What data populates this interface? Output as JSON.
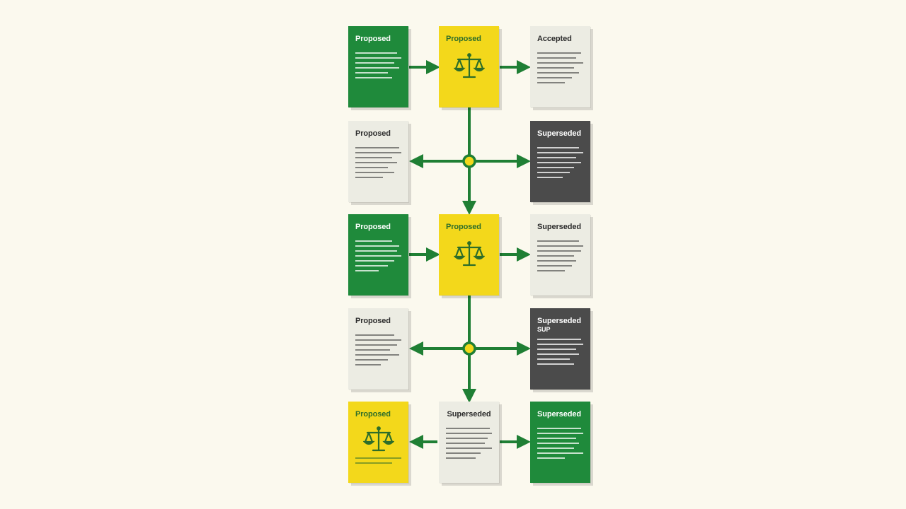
{
  "cards": {
    "r1c1": {
      "title": "Proposed"
    },
    "r1c2": {
      "title": "Proposed"
    },
    "r1c3": {
      "title": "Accepted"
    },
    "r2c1": {
      "title": "Proposed"
    },
    "r2c3": {
      "title": "Superseded"
    },
    "r3c1": {
      "title": "Proposed"
    },
    "r3c2": {
      "title": "Proposed"
    },
    "r3c3": {
      "title": "Superseded"
    },
    "r4c1": {
      "title": "Proposed"
    },
    "r4c3": {
      "title": "Superseded",
      "subtitle": "SUP"
    },
    "r5c1": {
      "title": "Proposed"
    },
    "r5c2": {
      "title": "Superseded"
    },
    "r5c3": {
      "title": "Superseded"
    }
  },
  "colors": {
    "green": "#1f8a3b",
    "yellow": "#f3d81b",
    "light": "#ecece3",
    "dark": "#4b4b4b",
    "connector": "#1f7f34",
    "background": "#fbf9ee"
  },
  "icons": {
    "decision": "balance-scale-icon",
    "junction": "junction-node-icon",
    "arrow": "arrow-right-icon"
  }
}
